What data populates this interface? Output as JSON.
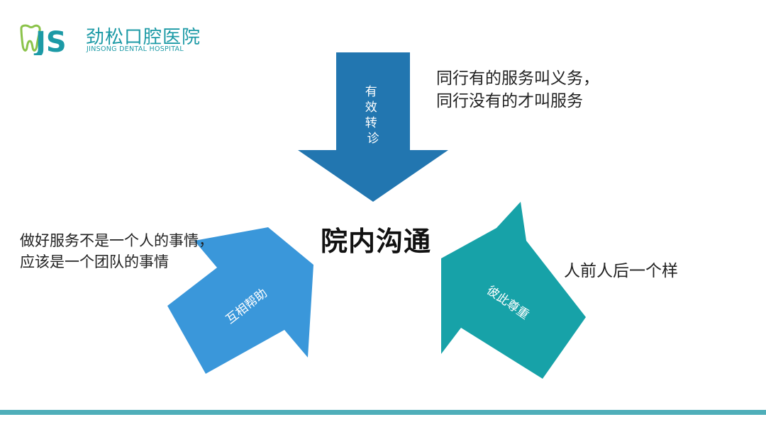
{
  "logo": {
    "name_cn": "劲松口腔医院",
    "name_en": "JINSONG DENTAL HOSPITAL",
    "mark_letters": "JS"
  },
  "center_title": "院内沟通",
  "arrows": {
    "top": {
      "label": "有效转诊",
      "color": "#2276b0"
    },
    "left": {
      "label": "互相帮助",
      "color": "#3a97da"
    },
    "right": {
      "label": "彼此尊重",
      "color": "#17a2a8"
    }
  },
  "notes": {
    "top": [
      "同行有的服务叫义务，",
      "同行没有的才叫服务"
    ],
    "left": [
      "做好服务不是一个人的事情，",
      "应该是一个团队的事情"
    ],
    "right": [
      "人前人后一个样"
    ]
  },
  "colors": {
    "brand": "#1c9aa6",
    "bottom_bar": "#4faeb9"
  }
}
